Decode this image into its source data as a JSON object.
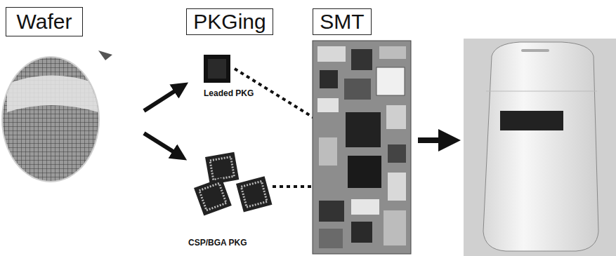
{
  "diagram": {
    "nodes": [
      {
        "text": [
          "Wafer"
        ]
      },
      {
        "text": [
          "PKGing"
        ]
      },
      {
        "text": [
          "SMT"
        ]
      }
    ],
    "labels": [
      "Leaded PKG",
      "CSP/BGA PKG"
    ]
  }
}
